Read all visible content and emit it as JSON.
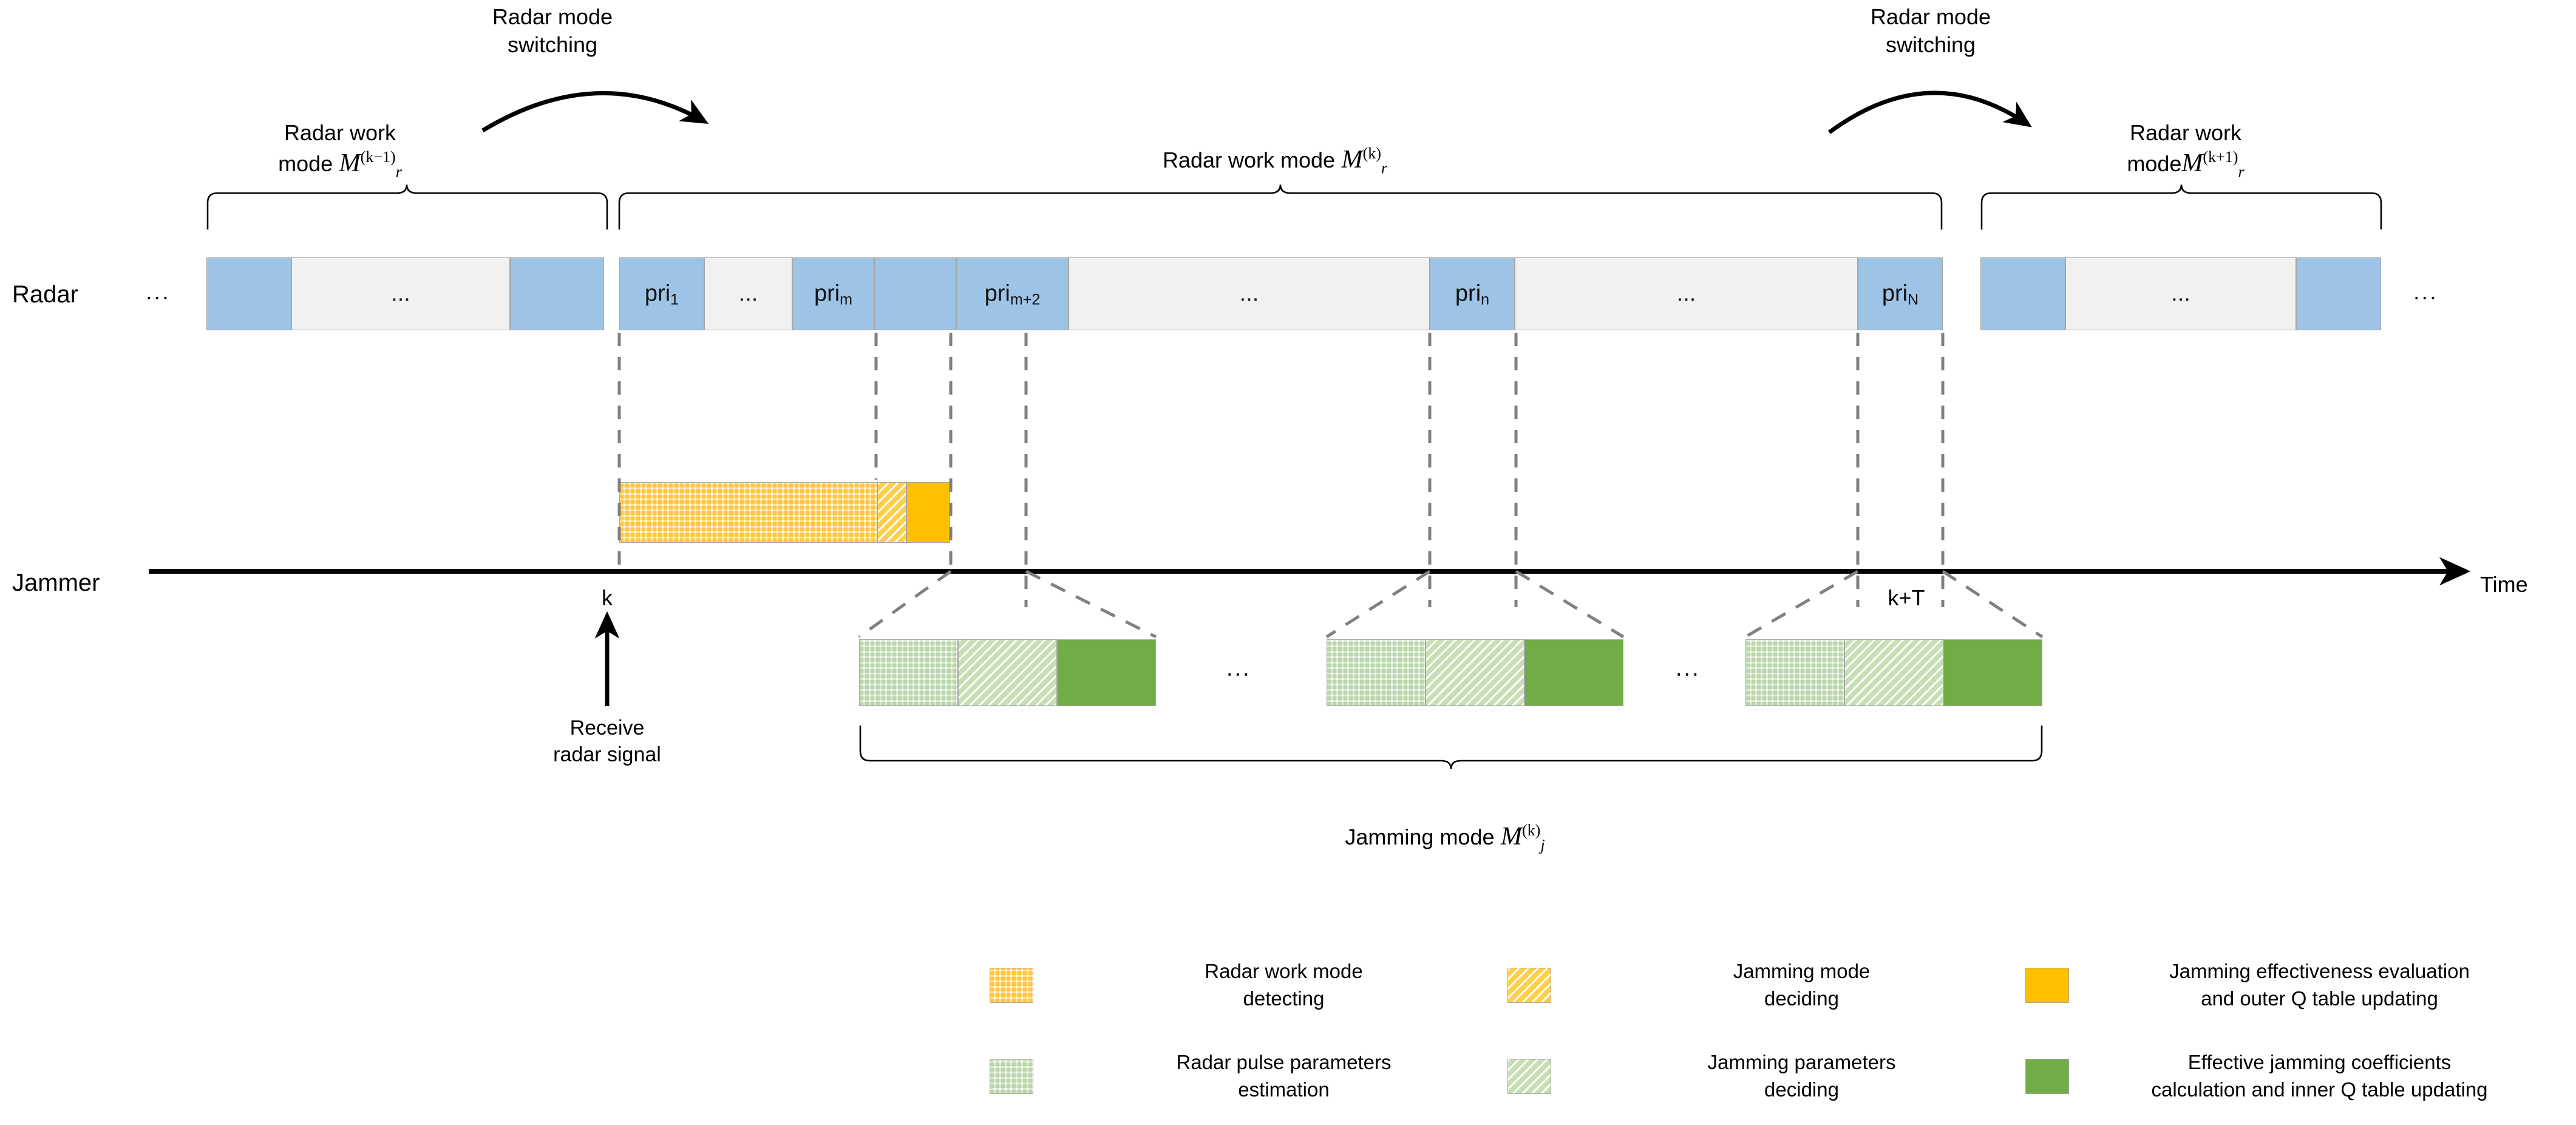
{
  "diagram": {
    "title_axis": "Time",
    "row_labels": {
      "radar": "Radar",
      "jammer": "Jammer"
    },
    "ellipsis": "...",
    "annotations": {
      "switch_left": "Radar mode\nswitching",
      "switch_right": "Radar mode\nswitching",
      "mode_prev_text": "Radar work\nmode",
      "mode_prev_math": {
        "base": "M",
        "sub": "r",
        "sup": "(k-1)"
      },
      "mode_cur_text": "Radar work mode",
      "mode_cur_math": {
        "base": "M",
        "sub": "r",
        "sup": "(k)"
      },
      "mode_next_text": "Radar work\nmode",
      "mode_next_math": {
        "base": "M",
        "sub": "r",
        "sup": "(k+1)"
      },
      "jamming_mode_text": "Jamming mode",
      "jamming_mode_math": {
        "base": "M",
        "sub": "j",
        "sup": "(k)"
      },
      "receive_radar_signal": "Receive\nradar signal",
      "tick_k": "k",
      "tick_kT": "k+T"
    },
    "radar_pulses": {
      "prev_mode_blocks": [
        "",
        "...",
        ""
      ],
      "current_mode_blocks": [
        "pri1",
        "...",
        "prim",
        "",
        "prim+2",
        "...",
        "prin",
        "...",
        "priN"
      ],
      "next_mode_blocks": [
        "",
        "...",
        ""
      ],
      "pri_1": "pri",
      "pri_1_sub": "1",
      "pri_m": "pri",
      "pri_m_sub": "m",
      "pri_m2": "pri",
      "pri_m2_sub": "m+2",
      "pri_n": "pri",
      "pri_n_sub": "n",
      "pri_N": "pri",
      "pri_N_sub": "N"
    },
    "colors": {
      "pulse_blue": "#9DC3E6",
      "pulse_gray": "#F1F1F1",
      "yellow_grid": "#FFE08A",
      "yellow_diag": "#FFCF4A",
      "yellow_solid": "#FFC000",
      "green_grid": "#D9EAD0",
      "green_diag": "#C6DFB4",
      "green_solid": "#70AD47",
      "dashed_guide": "#808080",
      "axis": "#000000"
    }
  },
  "legend": {
    "rows": [
      [
        {
          "swatch": "yellow-grid",
          "label": "Radar work mode\ndetecting"
        },
        {
          "swatch": "yellow-diagonal",
          "label": "Jamming mode\ndeciding"
        },
        {
          "swatch": "yellow-solid",
          "label": "Jamming effectiveness evaluation\nand outer Q table updating"
        }
      ],
      [
        {
          "swatch": "green-grid",
          "label": "Radar pulse parameters\nestimation"
        },
        {
          "swatch": "green-diagonal",
          "label": "Jamming parameters\ndeciding"
        },
        {
          "swatch": "green-solid",
          "label": "Effective jamming coefficients\ncalculation and inner Q table updating"
        }
      ]
    ]
  }
}
